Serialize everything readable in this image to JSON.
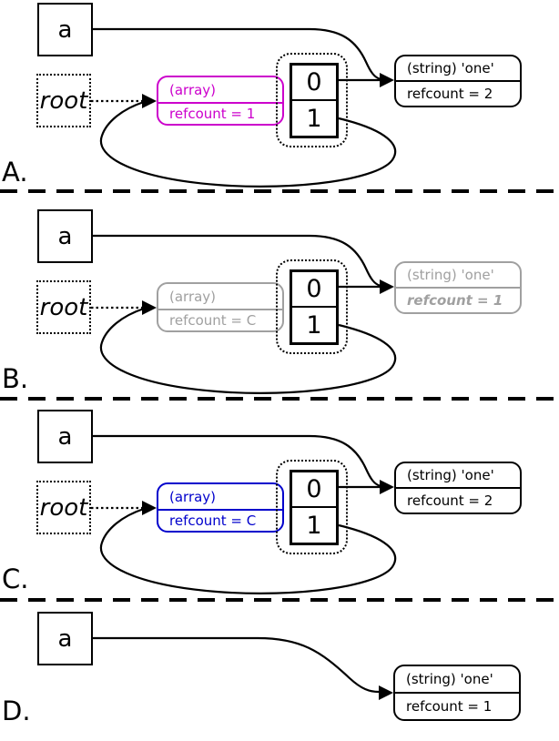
{
  "colors": {
    "array_highlight_a": "#cc00cc",
    "faded_gray": "#a0a0a0",
    "array_highlight_c": "#0000cc",
    "line_black": "#000000"
  },
  "panels": [
    {
      "label": "A.",
      "variable": "a",
      "root": "root",
      "array": {
        "type": "(array)",
        "refcount": "refcount = 1"
      },
      "cells": [
        "0",
        "1"
      ],
      "string": {
        "type": "(string) 'one'",
        "refcount": "refcount = 2"
      }
    },
    {
      "label": "B.",
      "variable": "a",
      "root": "root",
      "array": {
        "type": "(array)",
        "refcount": "refcount = C"
      },
      "cells": [
        "0",
        "1"
      ],
      "string": {
        "type": "(string) 'one'",
        "refcount": "refcount = 1"
      }
    },
    {
      "label": "C.",
      "variable": "a",
      "root": "root",
      "array": {
        "type": "(array)",
        "refcount": "refcount = C"
      },
      "cells": [
        "0",
        "1"
      ],
      "string": {
        "type": "(string) 'one'",
        "refcount": "refcount = 2"
      }
    },
    {
      "label": "D.",
      "variable": "a",
      "string": {
        "type": "(string) 'one'",
        "refcount": "refcount = 1"
      }
    }
  ]
}
